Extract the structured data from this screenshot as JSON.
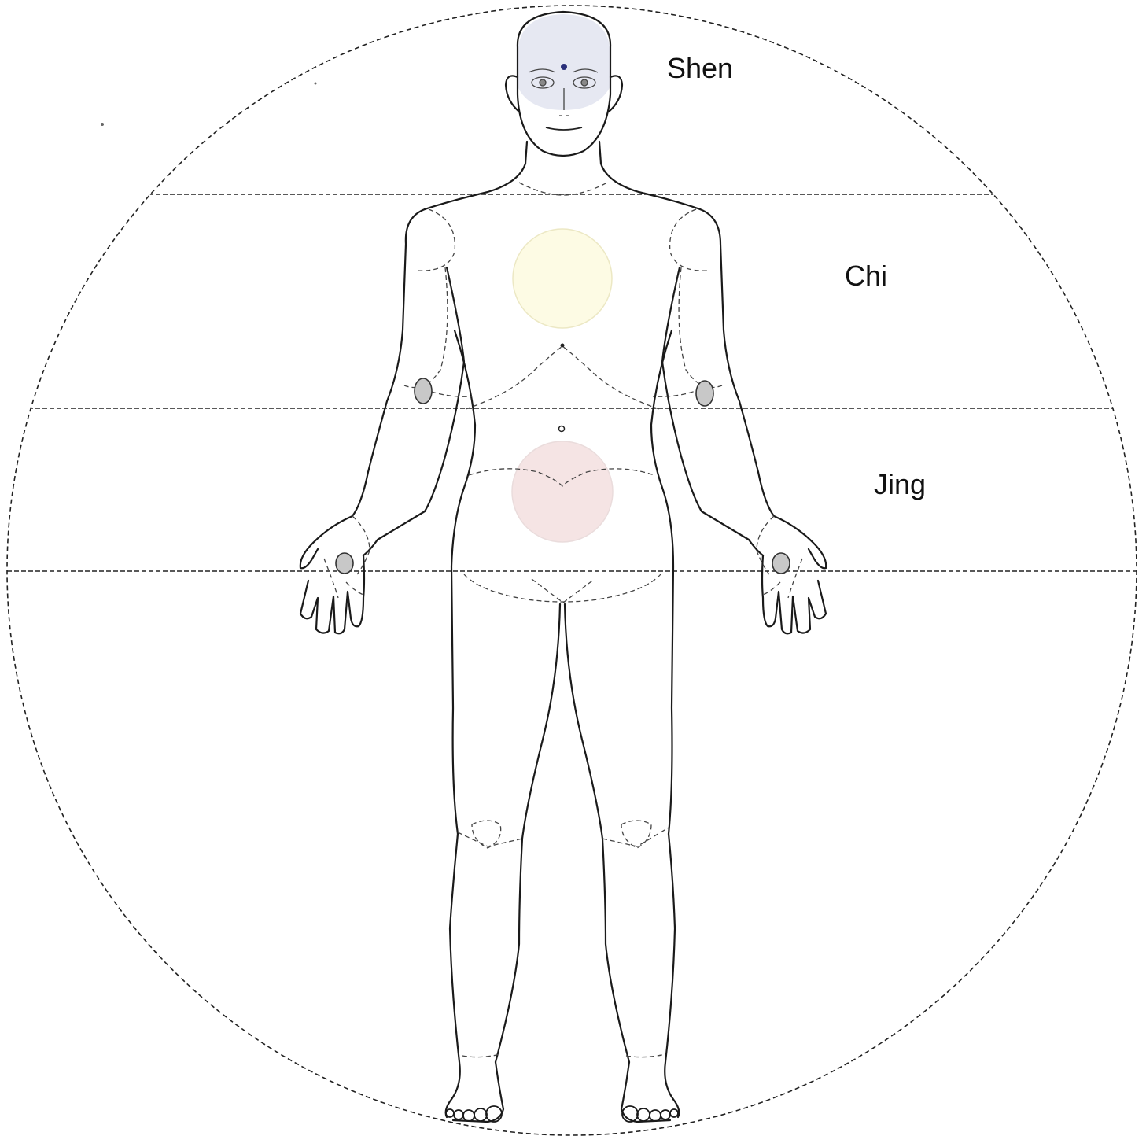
{
  "zones": [
    {
      "id": "shen",
      "label": "Shen"
    },
    {
      "id": "chi",
      "label": "Chi"
    },
    {
      "id": "jing",
      "label": "Jing"
    }
  ],
  "colors": {
    "outline": "#1a1a1a",
    "dashed": "#333333",
    "shen_glow": "#e6e8f2",
    "chi_center": "#fdfbe4",
    "jing_center": "#f5e4e4",
    "third_eye_dot": "#2a2f7a",
    "palm_points": "#c8c8c8"
  },
  "icons": [
    "human-figure-outline",
    "third-eye-dot-icon"
  ]
}
